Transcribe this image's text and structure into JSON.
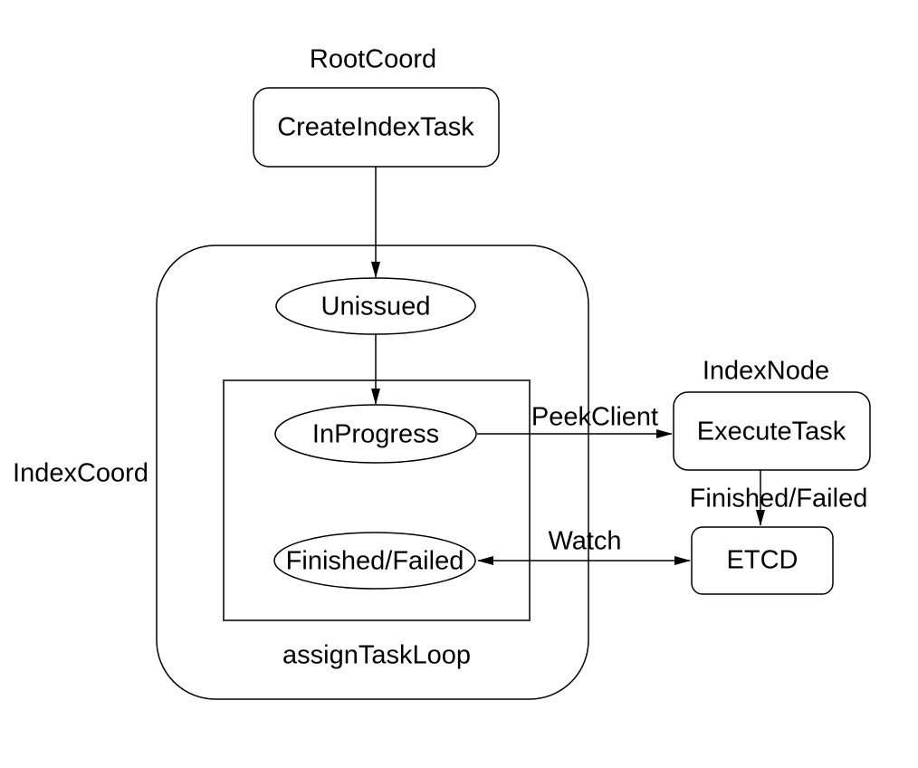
{
  "canvas": {
    "background": "#ffffff",
    "stroke_color": "#000000",
    "text_color": "#000000"
  },
  "nodes": {
    "root_coord": {
      "label": "RootCoord"
    },
    "create_index_task": {
      "label": "CreateIndexTask"
    },
    "index_coord": {
      "label": "IndexCoord"
    },
    "unissued": {
      "label": "Unissued"
    },
    "in_progress": {
      "label": "InProgress"
    },
    "finished_failed_state": {
      "label": "Finished/Failed"
    },
    "assign_task_loop": {
      "label": "assignTaskLoop"
    },
    "index_node": {
      "label": "IndexNode"
    },
    "execute_task": {
      "label": "ExecuteTask"
    },
    "etcd": {
      "label": "ETCD"
    }
  },
  "edges": {
    "peek_client": {
      "label": "PeekClient"
    },
    "execute_to_etcd": {
      "label": "Finished/Failed"
    },
    "watch": {
      "label": "Watch"
    }
  }
}
